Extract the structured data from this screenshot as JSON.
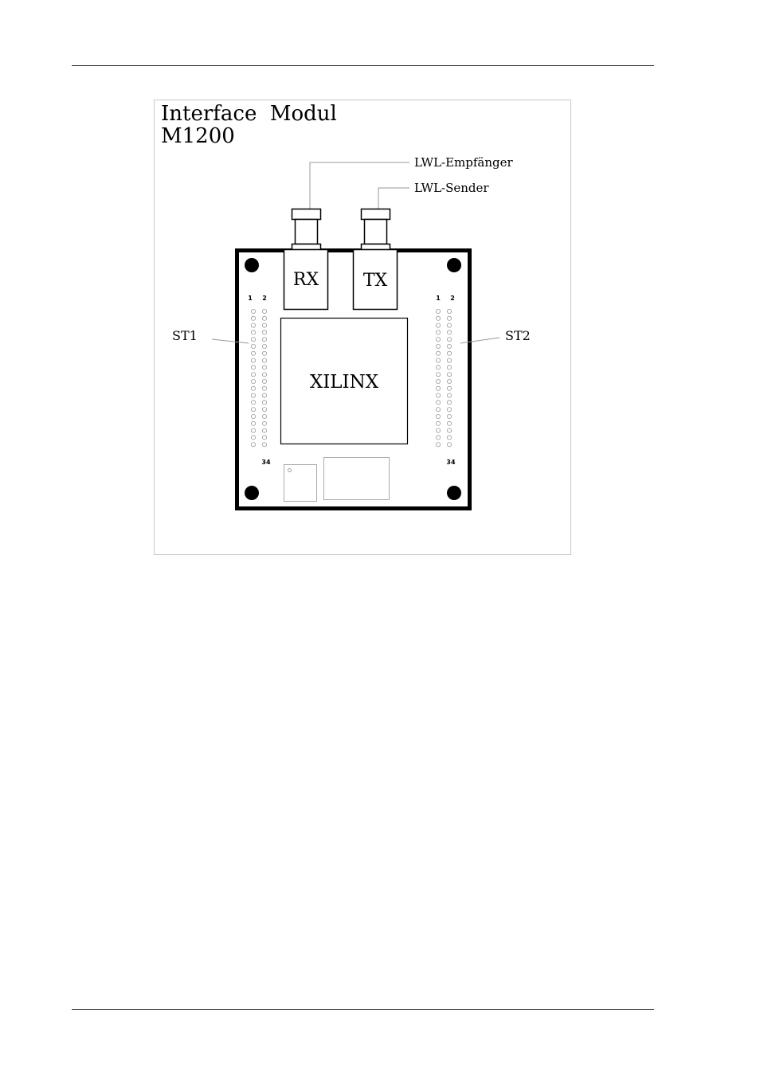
{
  "diagram": {
    "title_line1": "Interface  Modul",
    "title_line2": "M1200",
    "label_receiver": "LWL-Empfänger",
    "label_sender": "LWL-Sender",
    "connector_rx": "RX",
    "connector_tx": "TX",
    "chip": "XILINX",
    "header_left": "ST1",
    "header_right": "ST2",
    "pin_labels": {
      "left_col1": "1",
      "left_col2": "2",
      "left_last": "34",
      "right_col1": "1",
      "right_col2": "2",
      "right_last": "34"
    }
  }
}
